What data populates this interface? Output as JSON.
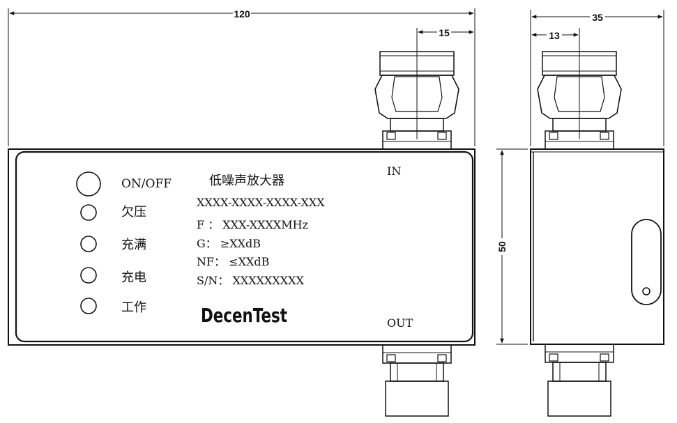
{
  "dimensions": {
    "total_length": "120",
    "connector_offset": "15",
    "side_width": "35",
    "side_offset": "13",
    "height": "50"
  },
  "front_panel": {
    "indicators": [
      {
        "label": "ON/OFF"
      },
      {
        "label": "欠压"
      },
      {
        "label": "充满"
      },
      {
        "label": "充电"
      },
      {
        "label": "工作"
      }
    ],
    "title": "低噪声放大器",
    "model": "XXXX-XXXX-XXXX-XXX",
    "specs": [
      {
        "text": "F ： XXX-XXXXMHz"
      },
      {
        "text": "G： ≥XXdB"
      },
      {
        "text": "NF： ≤XXdB"
      },
      {
        "text": "S/N： XXXXXXXXX"
      }
    ],
    "brand": "DecenTest",
    "port_in": "IN",
    "port_out": "OUT"
  }
}
